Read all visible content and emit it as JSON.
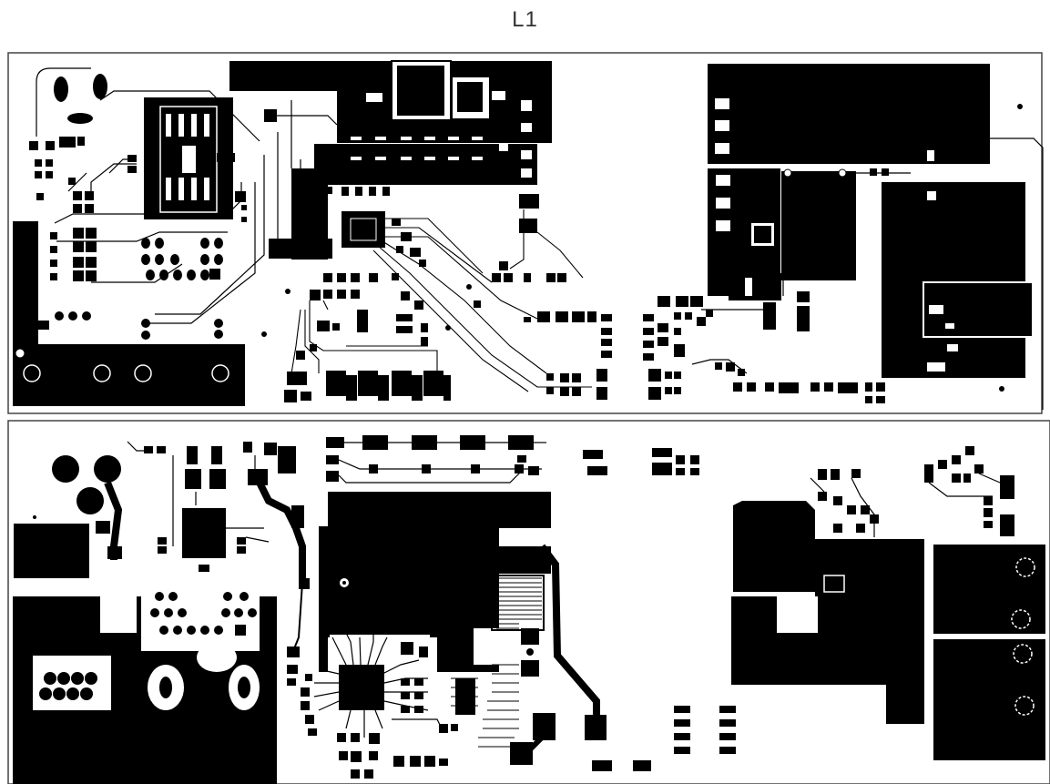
{
  "title": "L1",
  "colors": {
    "copper": "#000000",
    "board": "#ffffff",
    "outline": "#444444",
    "title_text": "#333333"
  },
  "panels": [
    {
      "name": "top-layer-panel",
      "description_hidden": true
    },
    {
      "name": "bottom-layer-panel",
      "description_hidden": true
    }
  ]
}
